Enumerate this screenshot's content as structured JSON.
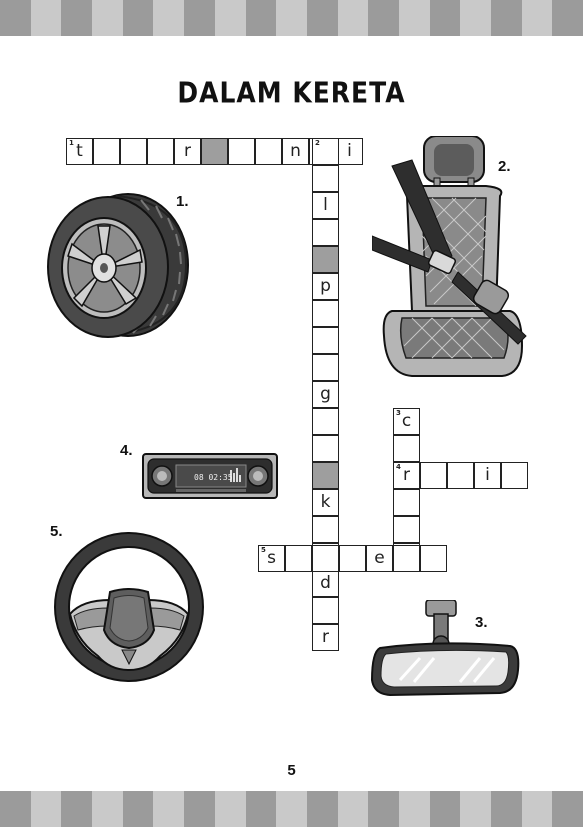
{
  "page": {
    "title": "DALAM KERETA",
    "page_number": "5"
  },
  "clue_numbers": {
    "c1": "1.",
    "c2": "2.",
    "c3": "3.",
    "c4": "4.",
    "c5": "5."
  },
  "pictures": {
    "p1": "tyre-icon",
    "p2": "car-seat-with-seatbelt-icon",
    "p3": "rear-view-mirror-icon",
    "p4": "car-radio-icon",
    "p5": "steering-wheel-icon"
  },
  "radio_display": "08 02:35",
  "grid_colors": {
    "shaded": "#9e9e9e",
    "stripe_dark": "#9b9b9b",
    "stripe_light": "#c9c9c9"
  },
  "crossword": {
    "across_1": {
      "number": "1",
      "letters": [
        "t",
        "",
        "",
        "",
        "r",
        "#",
        "",
        "",
        "n",
        "",
        "i"
      ]
    },
    "down_2": {
      "number": "2",
      "letters": [
        "",
        "",
        "l",
        "",
        "#",
        "p",
        "",
        "",
        "",
        "g",
        "",
        "",
        "#",
        "k",
        "",
        "",
        "d",
        "",
        "r"
      ]
    },
    "down_3": {
      "number": "3",
      "letters": [
        "c",
        "",
        "",
        "",
        "",
        ""
      ]
    },
    "across_4": {
      "number": "4",
      "letters": [
        "r",
        "",
        "",
        "i",
        ""
      ]
    },
    "across_5": {
      "number": "5",
      "letters": [
        "s",
        "",
        "",
        "",
        "e",
        "",
        ""
      ]
    }
  }
}
